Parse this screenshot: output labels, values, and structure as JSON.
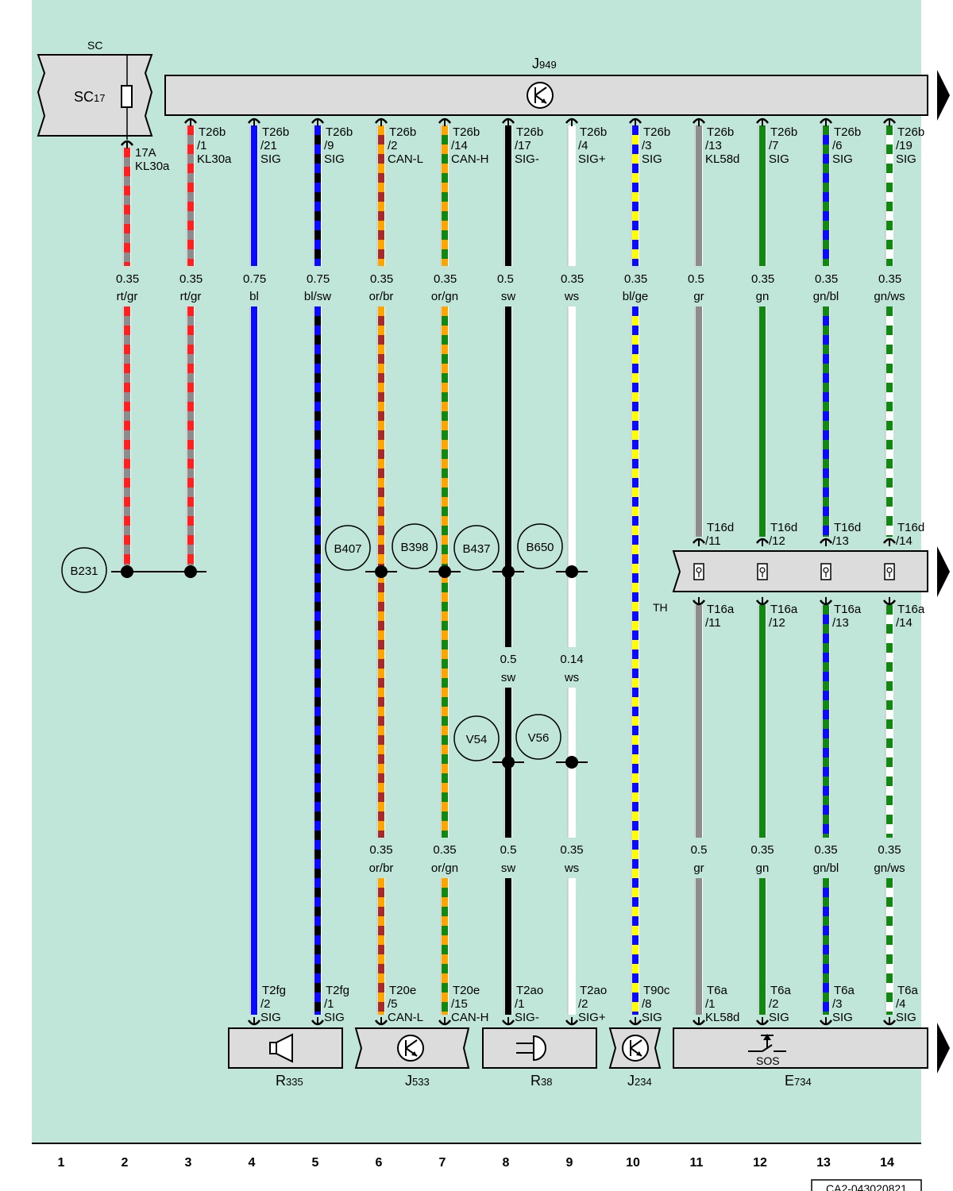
{
  "colors": {
    "background": "#bfe6d8",
    "component_fill": "#dcdcdc",
    "rt": "#ff2020",
    "gr": "#8c8c8c",
    "bl": "#0a0aff",
    "sw": "#000000",
    "or": "#ffa500",
    "br": "#a52a2a",
    "gn": "#118811",
    "ws": "#ffffff",
    "ge": "#ffff00"
  },
  "fuse": {
    "group_label": "SC",
    "name": "SC",
    "sub": "17",
    "pin": "17A",
    "terminal": "KL30a"
  },
  "top_module": {
    "name": "J",
    "sub": "949",
    "icon": "control-unit-icon"
  },
  "wires": [
    {
      "col": 2,
      "c1": "rt",
      "c2": "gr",
      "wire": "solid",
      "conn": "17A",
      "pin": "",
      "sig": "KL30a",
      "gauge": "0.35",
      "color": "rt/gr"
    },
    {
      "col": 3,
      "c1": "rt",
      "c2": "gr",
      "wire": "solid",
      "conn": "T26b",
      "pin": "/1",
      "sig": "KL30a",
      "gauge": "0.35",
      "color": "rt/gr"
    },
    {
      "col": 4,
      "c1": "bl",
      "c2": "bl",
      "wire": "solid",
      "conn": "T26b",
      "pin": "/21",
      "sig": "SIG",
      "gauge": "0.75",
      "color": "bl",
      "b_conn": "T2fg",
      "b_pin": "/2",
      "b_sig": "SIG"
    },
    {
      "col": 5,
      "c1": "bl",
      "c2": "sw",
      "wire": "solid",
      "conn": "T26b",
      "pin": "/9",
      "sig": "SIG",
      "gauge": "0.75",
      "color": "bl/sw",
      "b_conn": "T2fg",
      "b_pin": "/1",
      "b_sig": "SIG"
    },
    {
      "col": 6,
      "c1": "or",
      "c2": "br",
      "wire": "solid",
      "conn": "T26b",
      "pin": "/2",
      "sig": "CAN-L",
      "gauge": "0.35",
      "color": "or/br",
      "m_gauge": "0.35",
      "m_color": "or/br",
      "b_conn": "T20e",
      "b_pin": "/5",
      "b_sig": "CAN-L"
    },
    {
      "col": 7,
      "c1": "or",
      "c2": "gn",
      "wire": "solid",
      "conn": "T26b",
      "pin": "/14",
      "sig": "CAN-H",
      "gauge": "0.35",
      "color": "or/gn",
      "m_gauge": "0.35",
      "m_color": "or/gn",
      "b_conn": "T20e",
      "b_pin": "/15",
      "b_sig": "CAN-H"
    },
    {
      "col": 8,
      "c1": "sw",
      "c2": "sw",
      "wire": "solid",
      "conn": "T26b",
      "pin": "/17",
      "sig": "SIG-",
      "gauge": "0.5",
      "color": "sw",
      "m1_gauge": "0.5",
      "m1_color": "sw",
      "m_gauge": "0.5",
      "m_color": "sw",
      "b_conn": "T2ao",
      "b_pin": "/1",
      "b_sig": "SIG-"
    },
    {
      "col": 9,
      "c1": "ws",
      "c2": "ws",
      "wire": "solid",
      "conn": "T26b",
      "pin": "/4",
      "sig": "SIG+",
      "gauge": "0.35",
      "color": "ws",
      "m1_gauge": "0.14",
      "m1_color": "ws",
      "m_gauge": "0.35",
      "m_color": "ws",
      "b_conn": "T2ao",
      "b_pin": "/2",
      "b_sig": "SIG+"
    },
    {
      "col": 10,
      "c1": "bl",
      "c2": "ge",
      "wire": "solid",
      "conn": "T26b",
      "pin": "/3",
      "sig": "SIG",
      "gauge": "0.35",
      "color": "bl/ge",
      "b_conn": "T90c",
      "b_pin": "/8",
      "b_sig": "SIG"
    },
    {
      "col": 11,
      "c1": "gr",
      "c2": "gr",
      "wire": "solid",
      "conn": "T26b",
      "pin": "/13",
      "sig": "KL58d",
      "gauge": "0.5",
      "color": "gr",
      "th_top": "T16d",
      "th_top_pin": "/11",
      "th_bot": "T16a",
      "th_bot_pin": "/11",
      "m_gauge": "0.5",
      "m_color": "gr",
      "b_conn": "T6a",
      "b_pin": "/1",
      "b_sig": "KL58d"
    },
    {
      "col": 12,
      "c1": "gn",
      "c2": "gn",
      "wire": "solid",
      "conn": "T26b",
      "pin": "/7",
      "sig": "SIG",
      "gauge": "0.35",
      "color": "gn",
      "th_top": "T16d",
      "th_top_pin": "/12",
      "th_bot": "T16a",
      "th_bot_pin": "/12",
      "m_gauge": "0.35",
      "m_color": "gn",
      "b_conn": "T6a",
      "b_pin": "/2",
      "b_sig": "SIG"
    },
    {
      "col": 13,
      "c1": "gn",
      "c2": "bl",
      "wire": "solid",
      "conn": "T26b",
      "pin": "/6",
      "sig": "SIG",
      "gauge": "0.35",
      "color": "gn/bl",
      "th_top": "T16d",
      "th_top_pin": "/13",
      "th_bot": "T16a",
      "th_bot_pin": "/13",
      "m_gauge": "0.35",
      "m_color": "gn/bl",
      "b_conn": "T6a",
      "b_pin": "/3",
      "b_sig": "SIG"
    },
    {
      "col": 14,
      "c1": "gn",
      "c2": "ws",
      "wire": "solid",
      "conn": "T26b",
      "pin": "/19",
      "sig": "SIG",
      "gauge": "0.35",
      "color": "gn/ws",
      "th_top": "T16d",
      "th_top_pin": "/14",
      "th_bot": "T16a",
      "th_bot_pin": "/14",
      "m_gauge": "0.35",
      "m_color": "gn/ws",
      "b_conn": "T6a",
      "b_pin": "/4",
      "b_sig": "SIG"
    }
  ],
  "splices": [
    {
      "label": "B231",
      "col": 2
    },
    {
      "label": "B407",
      "col": 6
    },
    {
      "label": "B398",
      "col": 7
    },
    {
      "label": "B437",
      "col": 8
    },
    {
      "label": "B650",
      "col": 9
    },
    {
      "label": "V54",
      "col": 8
    },
    {
      "label": "V56",
      "col": 9
    }
  ],
  "th_connector": {
    "label": "TH"
  },
  "bottom_components": [
    {
      "name": "R",
      "sub": "335",
      "icon": "speaker-icon"
    },
    {
      "name": "J",
      "sub": "533",
      "icon": "control-unit-icon"
    },
    {
      "name": "R",
      "sub": "38",
      "icon": "microphone-icon"
    },
    {
      "name": "J",
      "sub": "234",
      "icon": "control-unit-icon"
    },
    {
      "name": "E",
      "sub": "734",
      "icon": "sos-button-icon",
      "text": "SOS"
    }
  ],
  "column_numbers": [
    "1",
    "2",
    "3",
    "4",
    "5",
    "6",
    "7",
    "8",
    "9",
    "10",
    "11",
    "12",
    "13",
    "14"
  ],
  "diagram_id": "CA2-043020821"
}
